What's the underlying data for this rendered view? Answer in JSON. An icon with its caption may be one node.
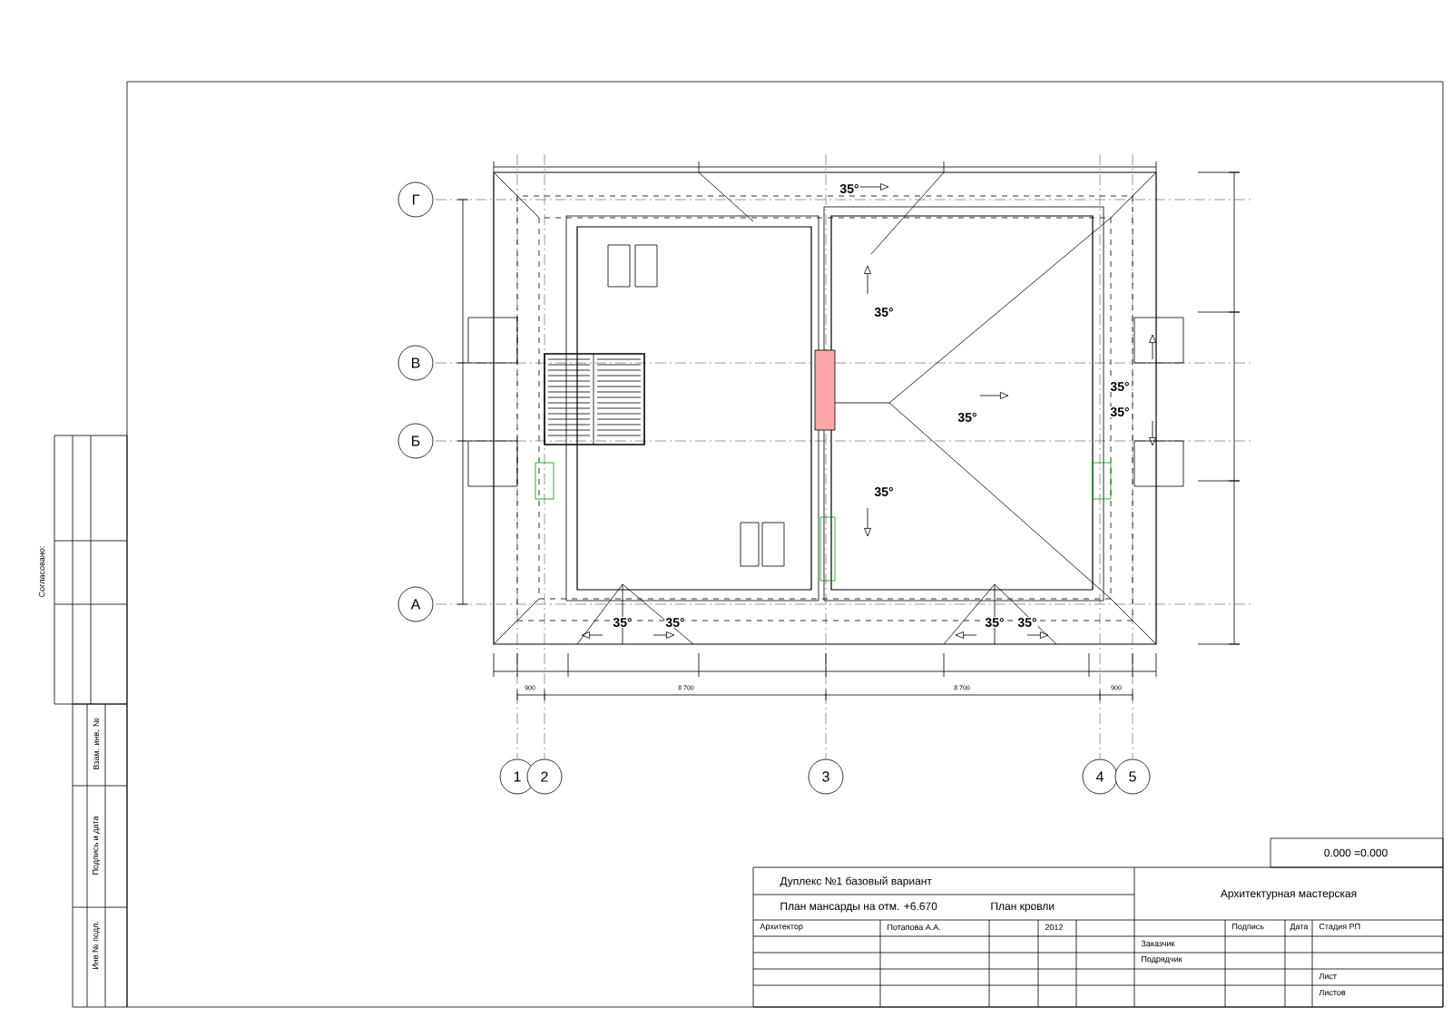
{
  "diagram": {
    "nodes": [
      {
        "text": [
          "Г"
        ]
      },
      {
        "text": [
          "В"
        ]
      },
      {
        "text": [
          "Б"
        ]
      },
      {
        "text": [
          "А"
        ]
      },
      {
        "text": [
          "1"
        ]
      },
      {
        "text": [
          "2"
        ]
      },
      {
        "text": [
          "3"
        ]
      },
      {
        "text": [
          "4"
        ]
      },
      {
        "text": [
          "5"
        ]
      }
    ],
    "labels": [
      "35°",
      "35°",
      "35°",
      "35°",
      "35°",
      "35°",
      "35°",
      "35°",
      "35°",
      "35°",
      "900",
      "8 700",
      "8 700",
      "900",
      "Согласовано:",
      "Взам. инв. №",
      "Подпись и дата",
      "Инв.№ подл.",
      "0.000 =0.000",
      "Дуплекс №1 базовый вариант",
      "Архитектурная мастерская",
      "План мансарды на отм. +6.670",
      "План кровли",
      "Архитектор",
      "Потапова А.А.",
      "2012",
      "Подпись",
      "Дата",
      "Стадия РП",
      "Заказчик",
      "Подрядчик",
      "Лист",
      "Листов"
    ]
  }
}
